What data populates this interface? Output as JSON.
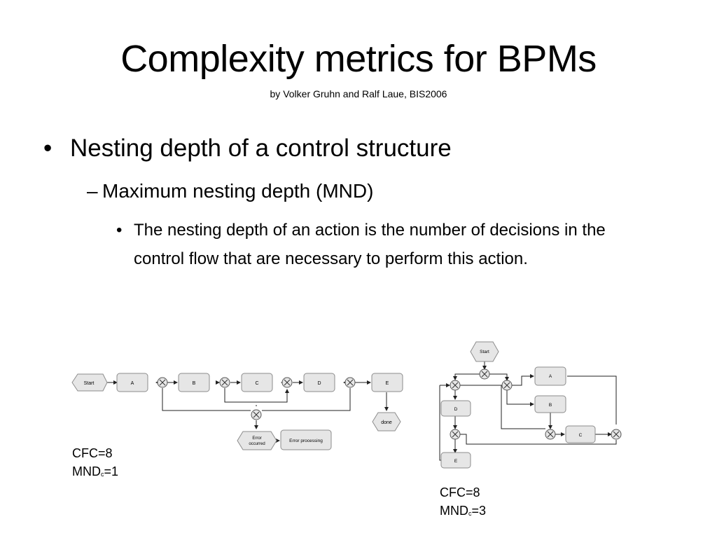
{
  "slide": {
    "title": "Complexity metrics for BPMs",
    "subtitle": "by Volker Gruhn and Ralf Laue, BIS2006",
    "bullets": [
      {
        "level": 1,
        "text": "Nesting depth of a control structure"
      },
      {
        "level": 2,
        "text": "Maximum nesting depth (MND)"
      },
      {
        "level": 3,
        "text": "The nesting depth of an action is the number of decisions in the control flow that are necessary to perform this action."
      }
    ],
    "markers": {
      "level1": "•",
      "level2": "–",
      "level3": "•"
    }
  },
  "diagram1": {
    "nodes": {
      "start": "Start",
      "a": "A",
      "b": "B",
      "c": "C",
      "d": "D",
      "e": "E",
      "done": "done",
      "error_l1": "Error",
      "error_l2": "occurred",
      "error_processing": "Error processing"
    },
    "metrics": {
      "cfc": "CFC=8",
      "mnd_prefix": "MND",
      "mnd_sub": "c",
      "mnd_value": "=1"
    }
  },
  "diagram2": {
    "nodes": {
      "start": "Start",
      "a": "A",
      "b": "B",
      "c": "C",
      "d": "D",
      "e": "E"
    },
    "metrics": {
      "cfc": "CFC=8",
      "mnd_prefix": "MND",
      "mnd_sub": "c",
      "mnd_value": "=3"
    }
  },
  "colors": {
    "node_fill": "#e6e6e6",
    "node_stroke": "#8c8c8c",
    "line": "#222222",
    "text": "#000000"
  }
}
